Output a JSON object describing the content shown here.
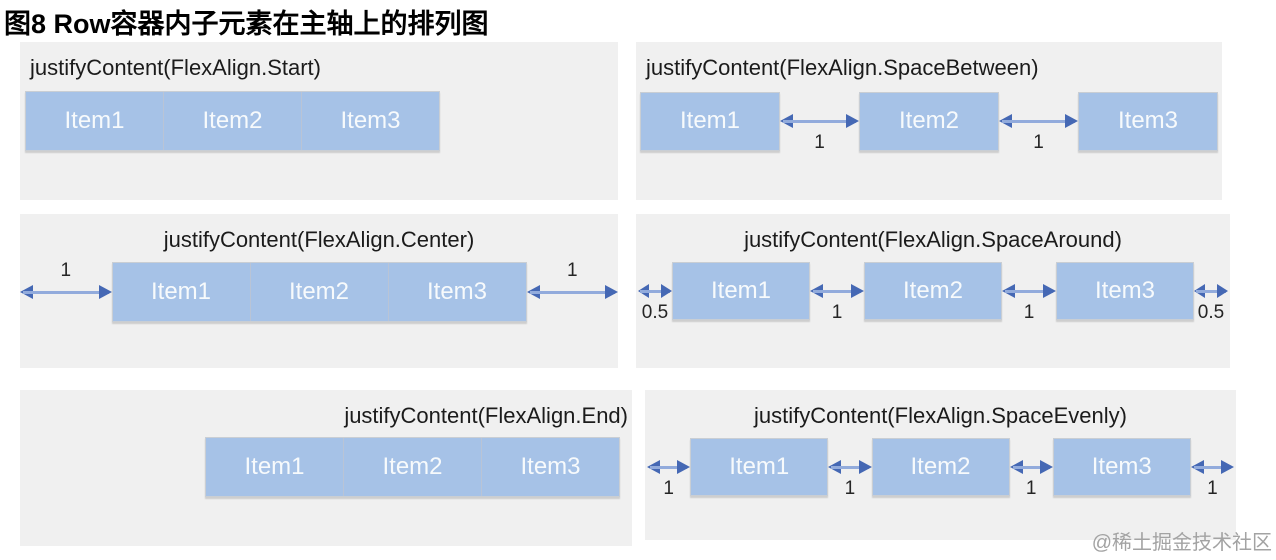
{
  "figure": {
    "title": "图8 Row容器内子元素在主轴上的排列图",
    "watermark": "@稀土掘金技术社区"
  },
  "colors": {
    "panel_bg": "#f0f0f0",
    "item_fill": "#a6c2e7",
    "item_text": "#f7fafc",
    "arrow_head": "#4568b4",
    "arrow_shaft": "#92abdc",
    "gap_label_text": "#252525",
    "page_title_text": "#000000",
    "watermark_text": "#a3a3a3"
  },
  "panels": [
    {
      "title": "justifyContent(FlexAlign.Start)",
      "items": [
        "Item1",
        "Item2",
        "Item3"
      ]
    },
    {
      "title": "justifyContent(FlexAlign.SpaceBetween)",
      "items": [
        "Item1",
        "Item2",
        "Item3"
      ],
      "gap_labels": [
        "1",
        "1"
      ]
    },
    {
      "title": "justifyContent(FlexAlign.Center)",
      "items": [
        "Item1",
        "Item2",
        "Item3"
      ],
      "edge_labels": [
        "1",
        "1"
      ]
    },
    {
      "title": "justifyContent(FlexAlign.SpaceAround)",
      "items": [
        "Item1",
        "Item2",
        "Item3"
      ],
      "edge_labels": [
        "0.5",
        "0.5"
      ],
      "gap_labels": [
        "1",
        "1"
      ]
    },
    {
      "title": "justifyContent(FlexAlign.End)",
      "items": [
        "Item1",
        "Item2",
        "Item3"
      ]
    },
    {
      "title": "justifyContent(FlexAlign.SpaceEvenly)",
      "items": [
        "Item1",
        "Item2",
        "Item3"
      ],
      "gap_labels": [
        "1",
        "1",
        "1",
        "1"
      ]
    }
  ]
}
